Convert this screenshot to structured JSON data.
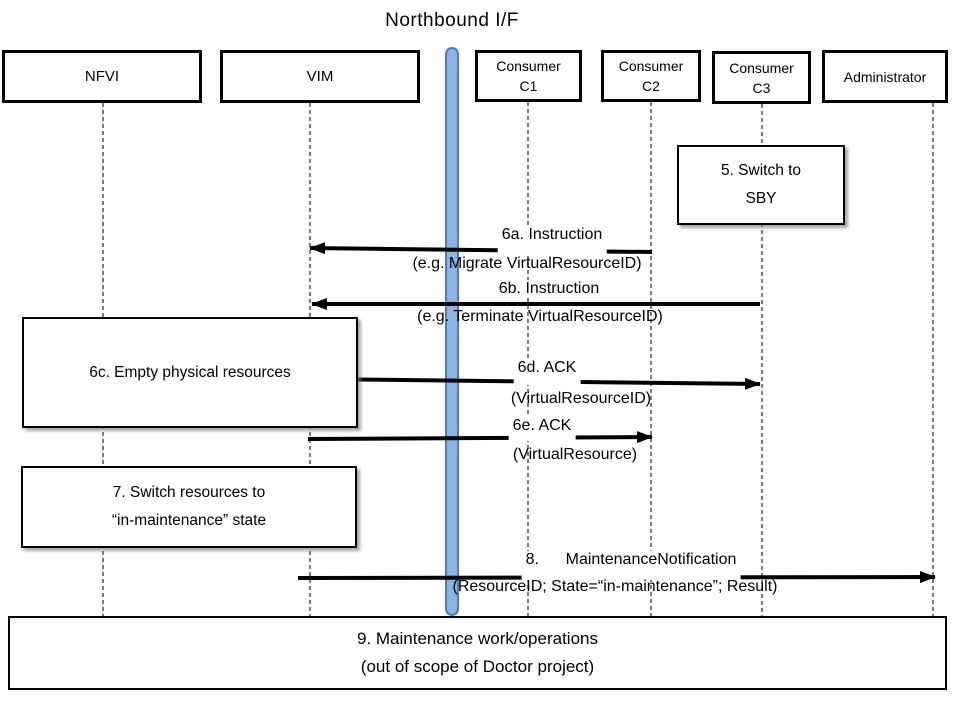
{
  "title": "Northbound I/F",
  "actors": [
    {
      "id": "nfvi",
      "name": "NFVI"
    },
    {
      "id": "vim",
      "name": "VIM"
    },
    {
      "id": "consumer-c1",
      "name": "Consumer",
      "sub": "C1"
    },
    {
      "id": "consumer-c2",
      "name": "Consumer",
      "sub": "C2"
    },
    {
      "id": "consumer-c3",
      "name": "Consumer",
      "sub": "C3"
    },
    {
      "id": "administrator",
      "name": "Administrator"
    }
  ],
  "notes": [
    {
      "id": "5",
      "line1": "5. Switch to",
      "line2": "SBY"
    },
    {
      "id": "6c",
      "line1": "6c. Empty physical resources",
      "line2": ""
    },
    {
      "id": "7",
      "line1": "7. Switch resources to",
      "line2": "“in-maintenance” state"
    },
    {
      "id": "9",
      "line1": "9. Maintenance work/operations",
      "line2": "(out of scope of Doctor project)"
    }
  ],
  "messages": [
    {
      "id": "6a",
      "label": "6a. Instruction",
      "sublabel": "(e.g. Migrate VirtualResourceID)",
      "from": "Consumer C2",
      "to": "VIM"
    },
    {
      "id": "6b",
      "label": "6b. Instruction",
      "sublabel": "(e.g. Terminate VirtualResourceID)",
      "from": "Consumer C3",
      "to": "VIM"
    },
    {
      "id": "6d",
      "label": "6d. ACK",
      "sublabel": "(VirtualResourceID)",
      "from": "VIM",
      "to": "Consumer C3"
    },
    {
      "id": "6e",
      "label": "6e. ACK",
      "sublabel": "(VirtualResource)",
      "from": "VIM",
      "to": "Consumer C2"
    },
    {
      "id": "8",
      "label": "8.      MaintenanceNotification",
      "sublabel": "(ResourceID; State=“in-maintenance”; Result)",
      "from": "VIM",
      "to": "Administrator"
    }
  ],
  "colors": {
    "arrow": "#000000",
    "lifeline": "#595959",
    "bar_fill": "#8DB3E2",
    "bar_border": "#4A7EBB"
  }
}
